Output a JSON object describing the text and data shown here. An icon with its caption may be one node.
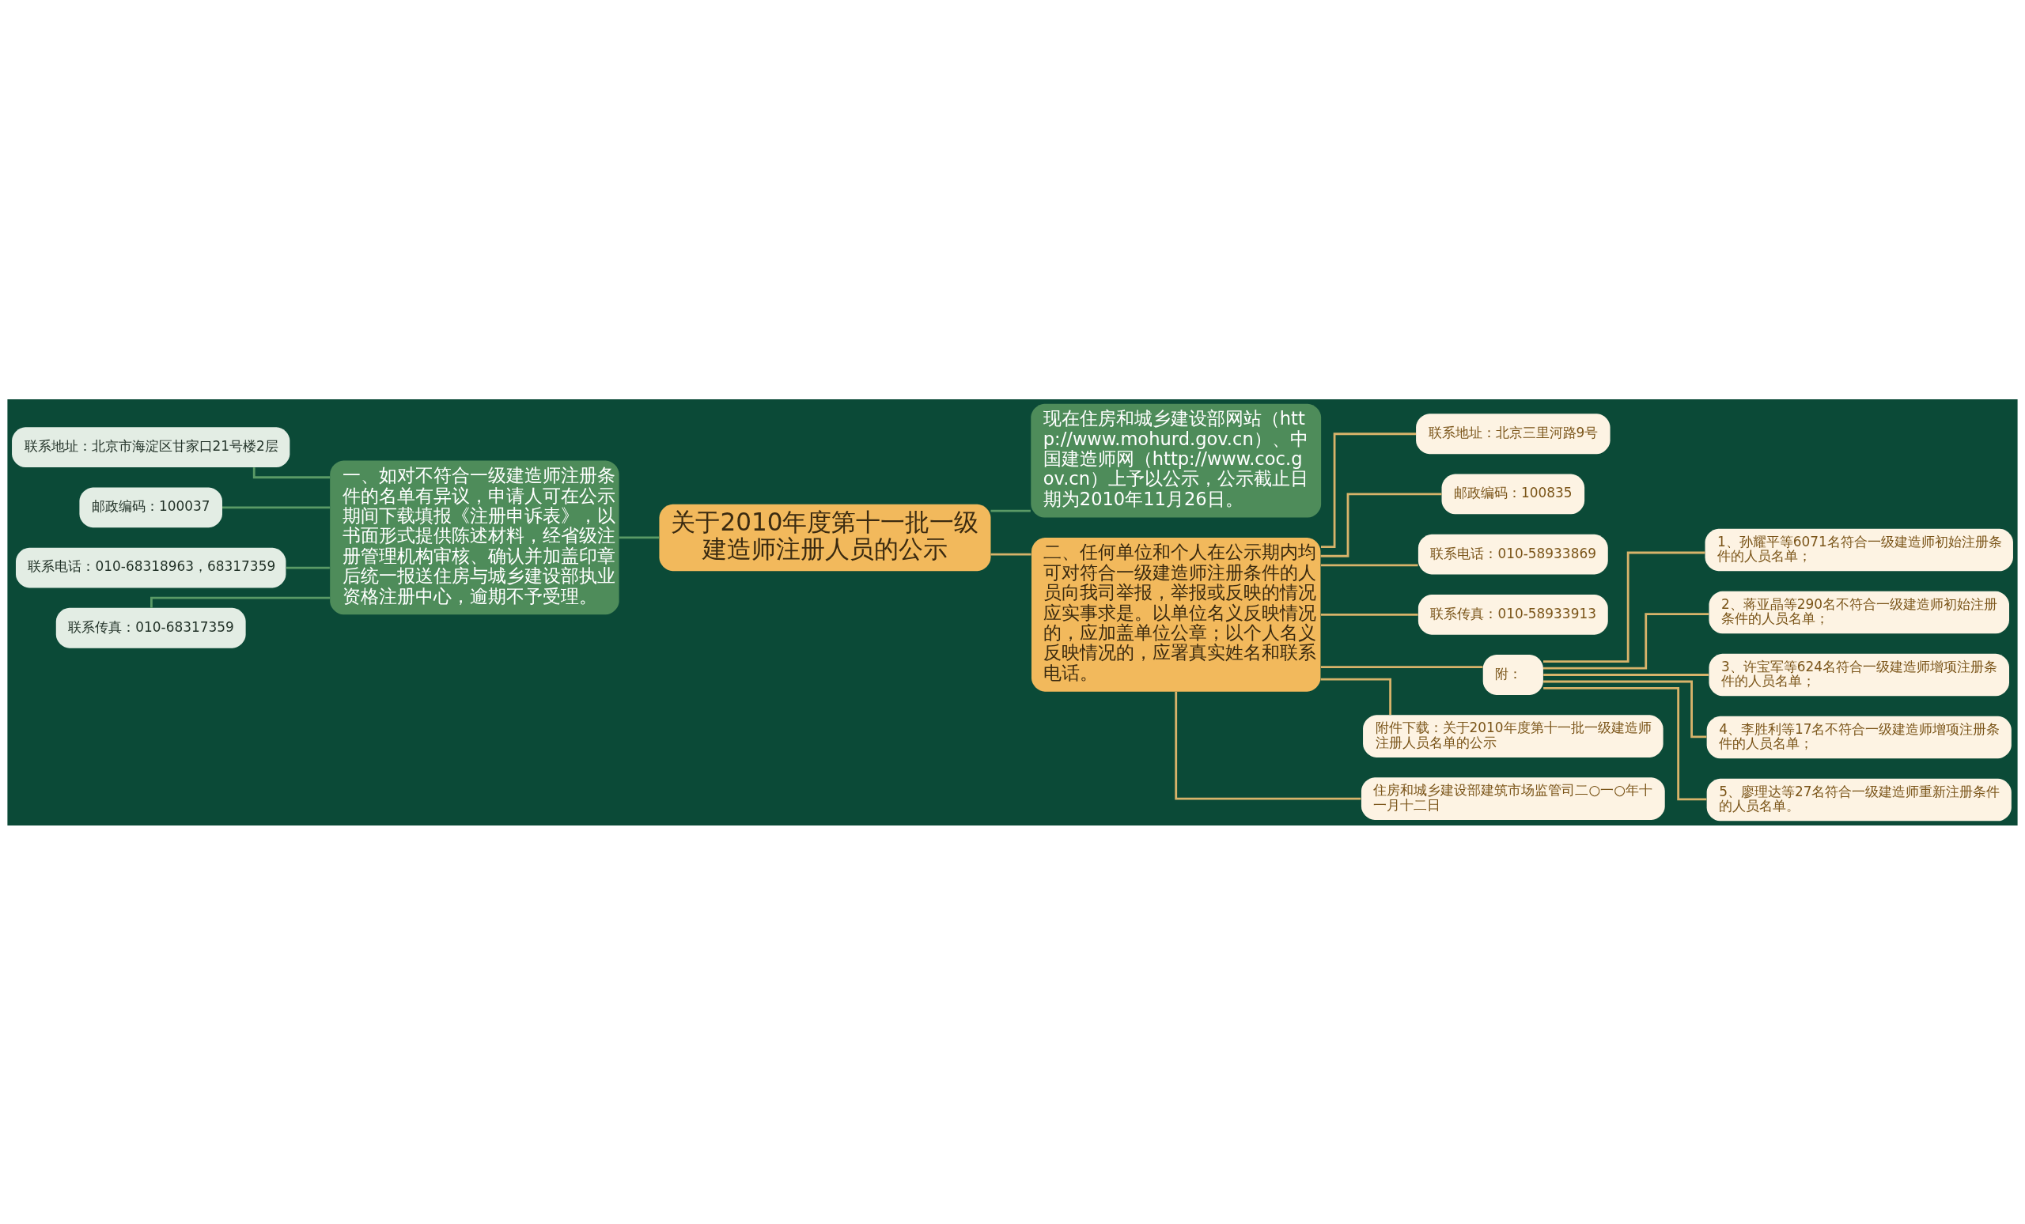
{
  "diagram": {
    "nodes": [
      {
        "text": [
          "关于2010年度第十一批一级建造师注册人员的公示"
        ]
      },
      {
        "text": [
          "一、如对不符合一级建造师注册条件的名单有异议，申请人可在公示期间下载填报《注册申诉表》，以书面形式提供陈述材料，经省级注册管理机构审核、确认并加盖印章后统一报送住房与城乡建设部执业资格注册中心，逾期不予受理。"
        ]
      },
      {
        "text": [
          "联系地址：北京市海淀区甘家口21号楼2层"
        ]
      },
      {
        "text": [
          "邮政编码：100037"
        ]
      },
      {
        "text": [
          "联系电话：010-68318963，68317359"
        ]
      },
      {
        "text": [
          "联系传真：010-68317359"
        ]
      },
      {
        "text": [
          "现在住房和城乡建设部网站（http://www.mohurd.gov.cn）、中国建造师网（http://www.coc.gov.cn）上予以公示，公示截止日期为2010年11月26日。"
        ]
      },
      {
        "text": [
          "二、任何单位和个人在公示期内均可对符合一级建造师注册条件的人员向我司举报，举报或反映的情况应实事求是。以单位名义反映情况的，应加盖单位公章；以个人名义反映情况的，应署真实姓名和联系电话。"
        ]
      },
      {
        "text": [
          "联系地址：北京三里河路9号"
        ]
      },
      {
        "text": [
          "邮政编码：100835"
        ]
      },
      {
        "text": [
          "联系电话：010-58933869"
        ]
      },
      {
        "text": [
          "联系传真：010-58933913"
        ]
      },
      {
        "text": [
          "附："
        ]
      },
      {
        "text": [
          "1、孙耀平等6071名符合一级建造师初始注册条件的人员名单；"
        ]
      },
      {
        "text": [
          "2、蒋亚晶等290名不符合一级建造师初始注册条件的人员名单；"
        ]
      },
      {
        "text": [
          "3、许宝军等624名符合一级建造师增项注册条件的人员名单；"
        ]
      },
      {
        "text": [
          "4、李胜利等17名不符合一级建造师增项注册条件的人员名单；"
        ]
      },
      {
        "text": [
          "5、廖理达等27名符合一级建造师重新注册条件的人员名单。"
        ]
      },
      {
        "text": [
          "附件下载：关于2010年度第十一批一级建造师注册人员名单的公示"
        ]
      },
      {
        "text": [
          "住房和城乡建设部建筑市场监管司二○一○年十一月十二日"
        ]
      }
    ],
    "edges": [
      {
        "from": 0,
        "to": 1,
        "arrow": "none",
        "color": "#5a9a66"
      },
      {
        "from": 1,
        "to": 2,
        "arrow": "none",
        "color": "#5a9a66"
      },
      {
        "from": 1,
        "to": 3,
        "arrow": "none",
        "color": "#5a9a66"
      },
      {
        "from": 1,
        "to": 4,
        "arrow": "none",
        "color": "#5a9a66"
      },
      {
        "from": 1,
        "to": 5,
        "arrow": "none",
        "color": "#5a9a66"
      },
      {
        "from": 0,
        "to": 6,
        "arrow": "none",
        "color": "#5a9a66"
      },
      {
        "from": 0,
        "to": 7,
        "arrow": "none"
      },
      {
        "from": 7,
        "to": 8,
        "arrow": "none"
      },
      {
        "from": 7,
        "to": 9,
        "arrow": "none"
      },
      {
        "from": 7,
        "to": 10,
        "arrow": "none"
      },
      {
        "from": 7,
        "to": 11,
        "arrow": "none"
      },
      {
        "from": 7,
        "to": 12,
        "arrow": "none"
      },
      {
        "from": 12,
        "to": 13,
        "arrow": "none"
      },
      {
        "from": 12,
        "to": 14,
        "arrow": "none"
      },
      {
        "from": 12,
        "to": 15,
        "arrow": "none"
      },
      {
        "from": 12,
        "to": 16,
        "arrow": "none"
      },
      {
        "from": 12,
        "to": 17,
        "arrow": "none"
      },
      {
        "from": 7,
        "to": 18,
        "arrow": "none"
      },
      {
        "from": 7,
        "to": 19,
        "arrow": "none"
      }
    ]
  }
}
